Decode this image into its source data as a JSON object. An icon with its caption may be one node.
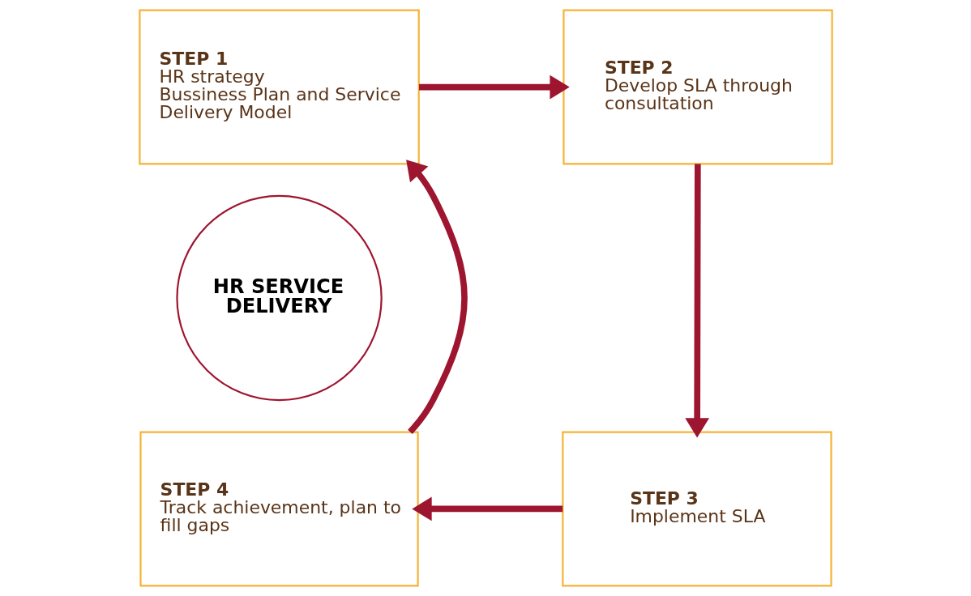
{
  "diagram": {
    "nodes": [
      {
        "text": [
          "STEP 1",
          "HR strategy",
          "Bussiness Plan and Service Delivery Model"
        ]
      },
      {
        "text": [
          "STEP 2",
          "Develop SLA through consultation"
        ]
      },
      {
        "text": [
          "STEP 3",
          "Implement SLA"
        ]
      },
      {
        "text": [
          "STEP 4",
          "Track achievement, plan to fill gaps"
        ]
      },
      {
        "text": [
          "HR SERVICE DELIVERY"
        ]
      }
    ],
    "edges": [
      {
        "from": 0,
        "to": 1,
        "arrow": "to"
      },
      {
        "from": 1,
        "to": 2,
        "arrow": "to"
      },
      {
        "from": 2,
        "to": 3,
        "arrow": "to"
      },
      {
        "from": 3,
        "to": 0,
        "arrow": "to"
      }
    ]
  }
}
